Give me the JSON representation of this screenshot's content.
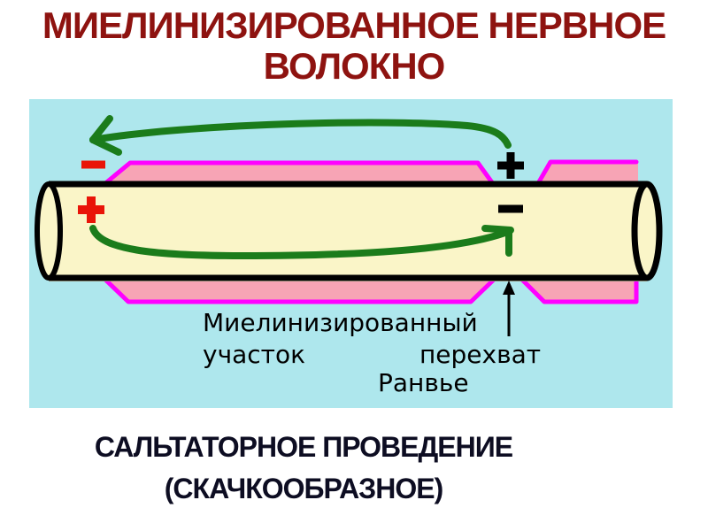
{
  "slide": {
    "title_line1": "МИЕЛИНИЗИРОВАННОЕ НЕРВНОЕ",
    "title_line2": "ВОЛОКНО",
    "caption_line1": "САЛЬТАТОРНОЕ ПРОВЕДЕНИЕ",
    "caption_line2": "(СКАЧКООБРАЗНОЕ)"
  },
  "diagram": {
    "labels": {
      "myelinated_segment_line1": "Миелинизированный",
      "myelinated_segment_line2": "участок",
      "ranvier_node_line1": "перехват",
      "ranvier_node_line2": "Ранвье"
    },
    "charge_signs": {
      "extracellular_left": "−",
      "intracellular_left": "+",
      "extracellular_node": "+",
      "intracellular_node": "−"
    }
  },
  "colors": {
    "title": "#8e1310",
    "caption": "#0d0d22",
    "diagram_bg": "#aee7ed",
    "myelin_fill": "#f7a4b5",
    "myelin_outline": "#ff00ff",
    "axon_fill": "#faf5c8",
    "axon_outline": "#000000",
    "current_arrow": "#1b7c1b",
    "positive_charge": "#e91408",
    "label_text": "#000000"
  }
}
